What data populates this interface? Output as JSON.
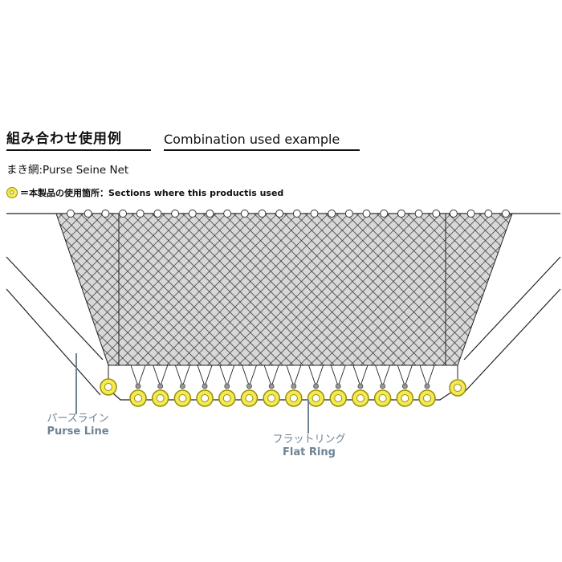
{
  "heading": {
    "jp": "組み合わせ使用例",
    "en": "Combination used example"
  },
  "subtitle": "まき網:Purse Seine Net",
  "legend": {
    "icon": "ring-icon",
    "text": "＝本製品の使用箇所：Sections where this productis used"
  },
  "labels": {
    "purse_line_jp": "パースライン",
    "purse_line_en": "Purse Line",
    "flat_ring_jp": "フラットリング",
    "flat_ring_en": "Flat Ring"
  },
  "colors": {
    "ring_fill": "#f3ea55",
    "ring_stroke": "#9a9000",
    "callout": "#6e8393",
    "net_fill": "#555555"
  },
  "counts": {
    "float_count": 26,
    "bottom_ring_count": 14
  }
}
